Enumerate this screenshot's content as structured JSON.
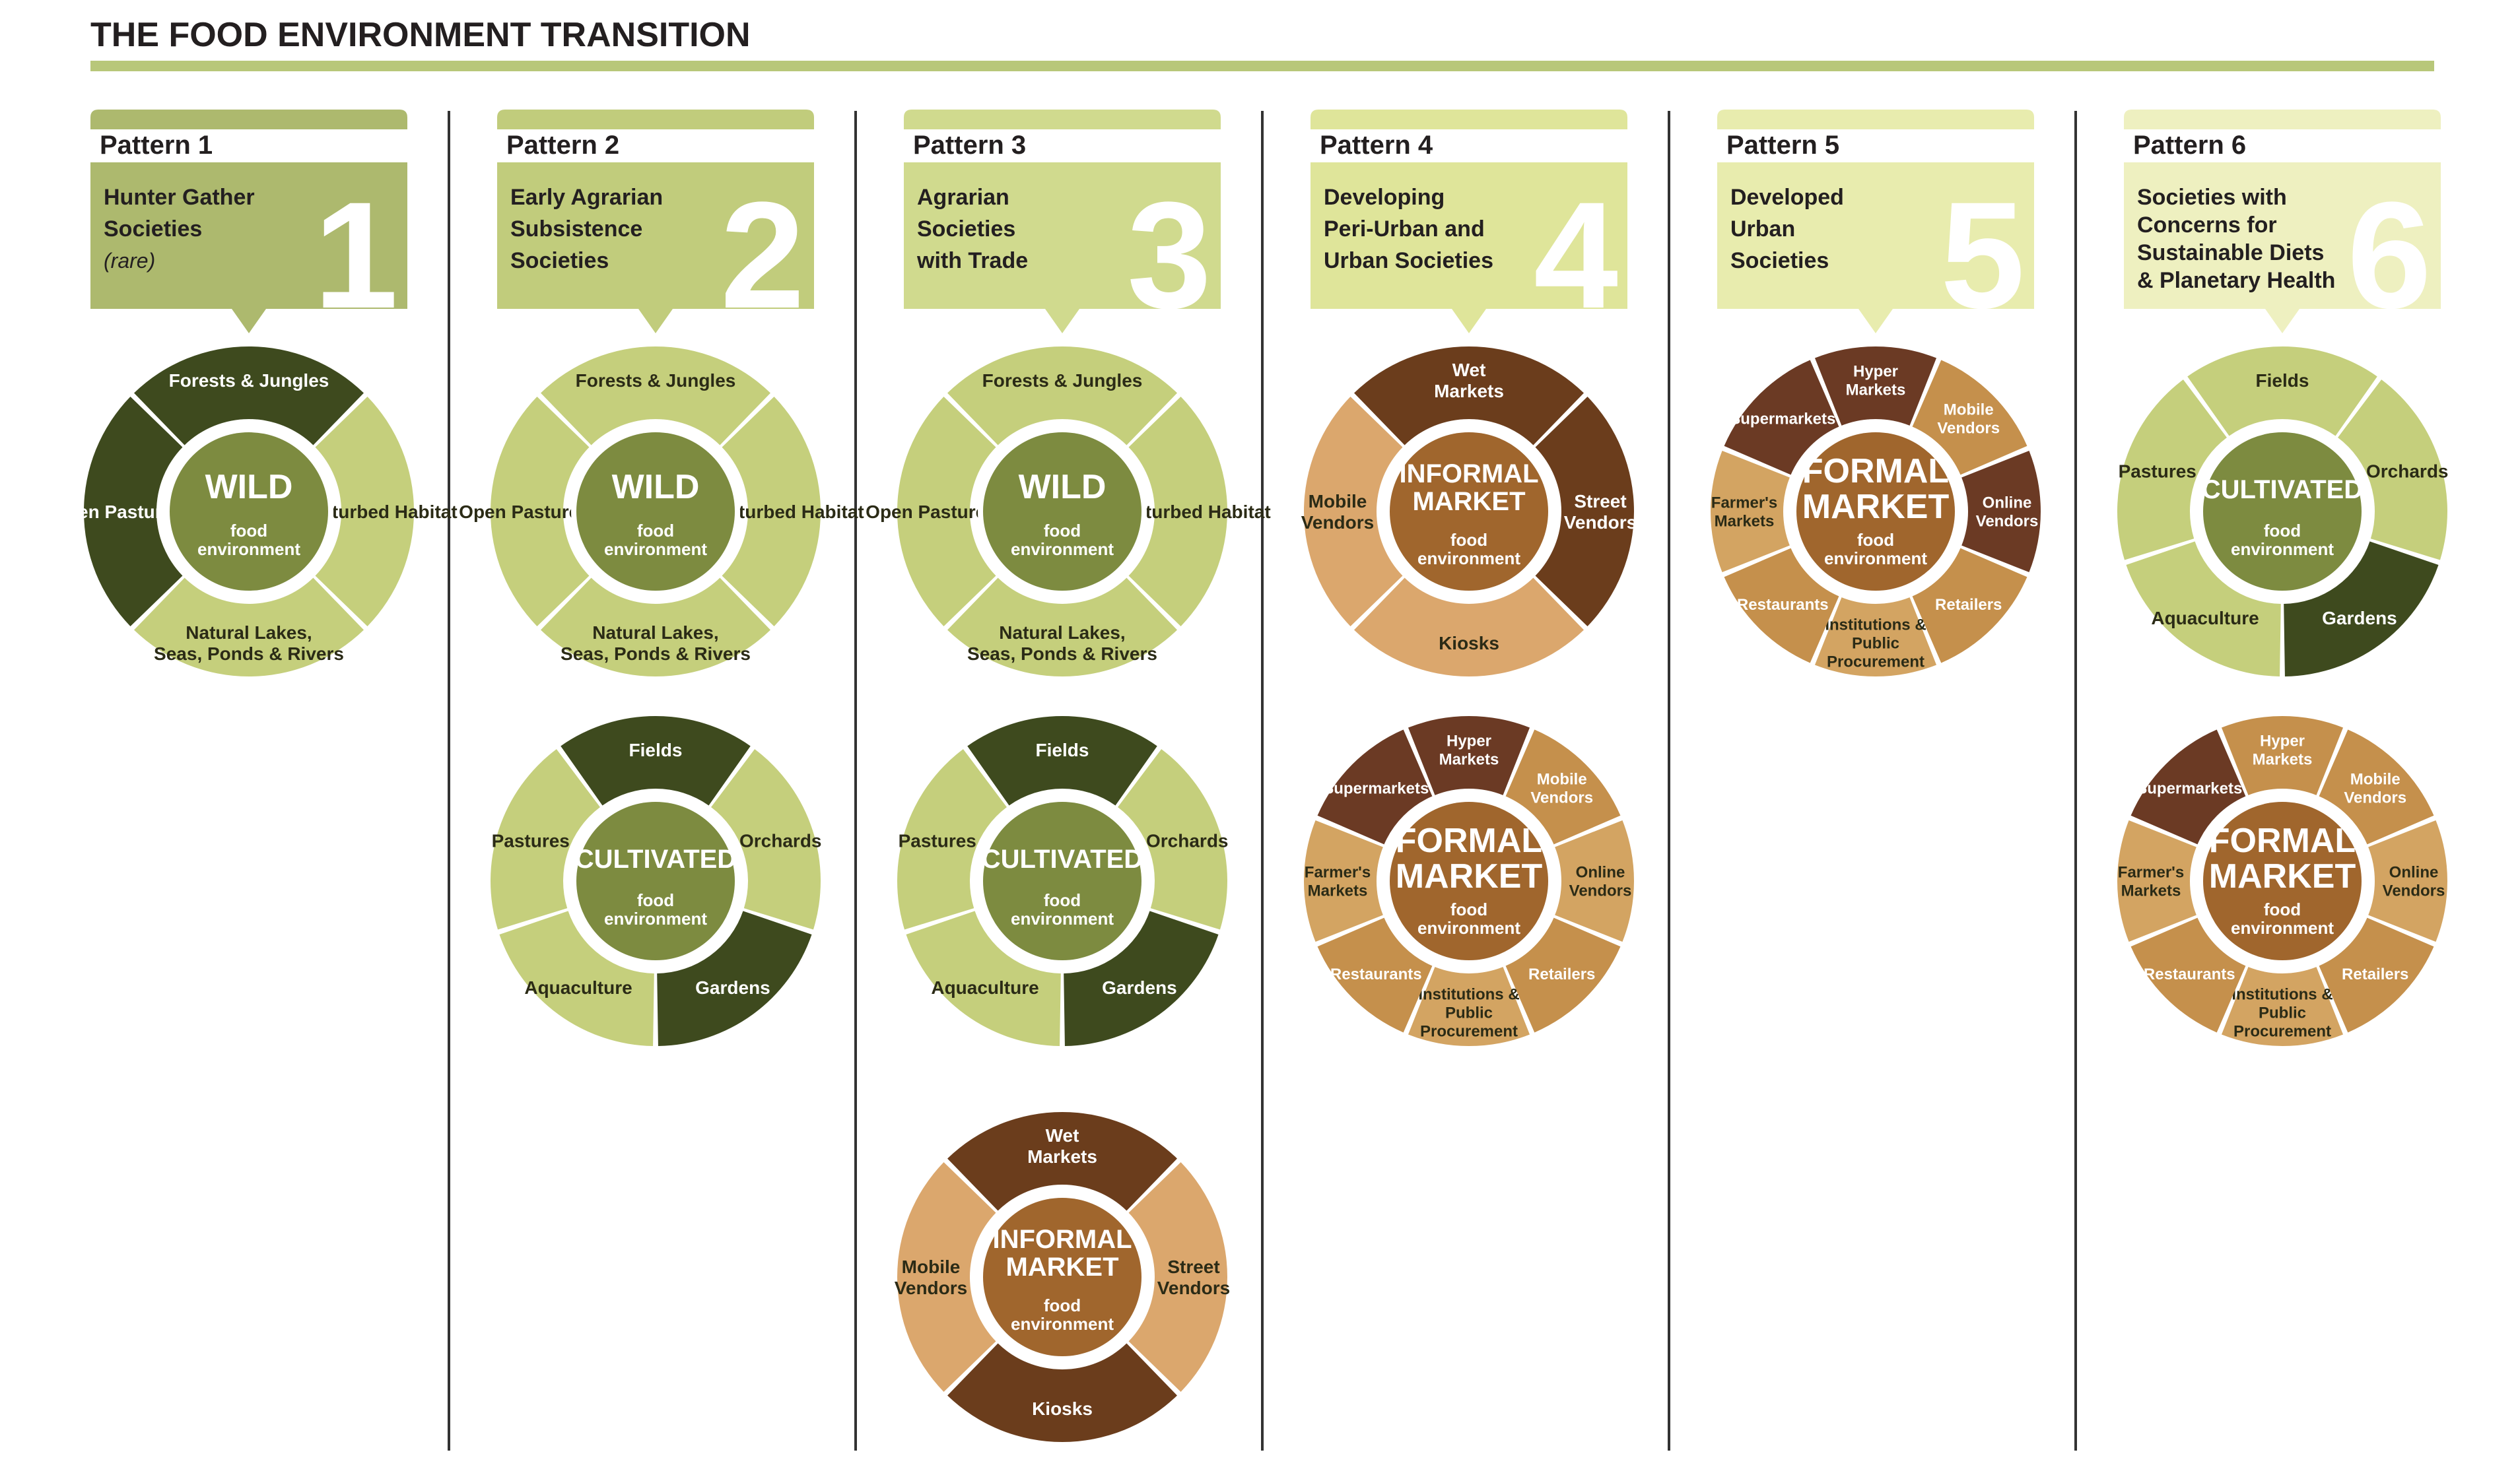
{
  "title": "THE FOOD ENVIRONMENT TRANSITION",
  "colors": {
    "rule": "#b8c77a",
    "divider": "#333333",
    "title": "#231f20",
    "wild_dark": "#3e4a1e",
    "wild_mid": "#a8b46a",
    "wild_light": "#c5cf7c",
    "inf_dark": "#6b3d1c",
    "inf_light": "#dba76d",
    "formal_dark": "#6b3a24",
    "formal_mid": "#c5904c",
    "formal_light": "#d3a462",
    "hub_green": "#7d8b40",
    "hub_brown": "#a0662d"
  },
  "hub_sub": [
    "food",
    "environment"
  ],
  "patterns": [
    {
      "label": "Pattern 1",
      "numeral": "1",
      "desc": [
        "Hunter Gather",
        "Societies"
      ],
      "note": "(rare)",
      "header_color": "#adb96e"
    },
    {
      "label": "Pattern 2",
      "numeral": "2",
      "desc": [
        "Early Agrarian",
        "Subsistence",
        "Societies"
      ],
      "note": "",
      "header_color": "#c1cc7c"
    },
    {
      "label": "Pattern 3",
      "numeral": "3",
      "desc": [
        "Agrarian",
        "Societies",
        "with Trade"
      ],
      "note": "",
      "header_color": "#d0da8e"
    },
    {
      "label": "Pattern 4",
      "numeral": "4",
      "desc": [
        "Developing",
        "Peri-Urban and",
        "Urban Societies"
      ],
      "note": "",
      "header_color": "#dfe59a"
    },
    {
      "label": "Pattern 5",
      "numeral": "5",
      "desc": [
        "Developed",
        "Urban",
        "Societies"
      ],
      "note": "",
      "header_color": "#e8ecae"
    },
    {
      "label": "Pattern 6",
      "numeral": "6",
      "desc": [
        "Societies with",
        "Concerns for",
        "Sustainable Diets",
        "& Planetary Health"
      ],
      "note": "",
      "header_color": "#eef0c0"
    }
  ],
  "environments": {
    "wild": {
      "hub": [
        "WILD"
      ],
      "segments": [
        {
          "label": [
            "Forests & Jungles"
          ],
          "tone": "dark"
        },
        {
          "label": [
            "Disturbed Habitat"
          ],
          "tone": "light"
        },
        {
          "label": [
            "Natural Lakes,",
            "Seas, Ponds & Rivers"
          ],
          "tone": "light"
        },
        {
          "label": [
            "Open Pastures"
          ],
          "tone": "dark"
        }
      ]
    },
    "wild2": {
      "hub": [
        "WILD"
      ],
      "segments": [
        {
          "label": [
            "Forests & Jungles"
          ],
          "tone": "light"
        },
        {
          "label": [
            "Disturbed Habitat"
          ],
          "tone": "light"
        },
        {
          "label": [
            "Natural Lakes,",
            "Seas, Ponds & Rivers"
          ],
          "tone": "light"
        },
        {
          "label": [
            "Open Pastures"
          ],
          "tone": "light"
        }
      ]
    },
    "cultivated": {
      "hub": [
        "CULTIVATED"
      ],
      "segments": [
        {
          "label": [
            "Fields"
          ],
          "tone": "dark"
        },
        {
          "label": [
            "Orchards"
          ],
          "tone": "light"
        },
        {
          "label": [
            "Gardens"
          ],
          "tone": "dark"
        },
        {
          "label": [
            "Aquaculture"
          ],
          "tone": "light"
        },
        {
          "label": [
            "Pastures"
          ],
          "tone": "light"
        }
      ]
    },
    "cultivated6": {
      "hub": [
        "CULTIVATED"
      ],
      "segments": [
        {
          "label": [
            "Fields"
          ],
          "tone": "light"
        },
        {
          "label": [
            "Orchards"
          ],
          "tone": "light"
        },
        {
          "label": [
            "Gardens"
          ],
          "tone": "dark"
        },
        {
          "label": [
            "Aquaculture"
          ],
          "tone": "light"
        },
        {
          "label": [
            "Pastures"
          ],
          "tone": "light"
        }
      ]
    },
    "informal": {
      "hub": [
        "INFORMAL",
        "MARKET"
      ],
      "segments": [
        {
          "label": [
            "Wet",
            "Markets"
          ],
          "tone": "dark"
        },
        {
          "label": [
            "Street",
            "Vendors"
          ],
          "tone": "light"
        },
        {
          "label": [
            "Kiosks"
          ],
          "tone": "dark"
        },
        {
          "label": [
            "Mobile",
            "Vendors"
          ],
          "tone": "light"
        }
      ]
    },
    "informal4": {
      "hub": [
        "INFORMAL",
        "MARKET"
      ],
      "segments": [
        {
          "label": [
            "Wet",
            "Markets"
          ],
          "tone": "dark"
        },
        {
          "label": [
            "Street",
            "Vendors"
          ],
          "tone": "dark"
        },
        {
          "label": [
            "Kiosks"
          ],
          "tone": "light"
        },
        {
          "label": [
            "Mobile",
            "Vendors"
          ],
          "tone": "light"
        }
      ]
    },
    "formal": {
      "hub": [
        "FORMAL",
        "MARKET"
      ],
      "segments": [
        {
          "label": [
            "Hyper",
            "Markets"
          ],
          "tone": "dark"
        },
        {
          "label": [
            "Mobile",
            "Vendors"
          ],
          "tone": "mid"
        },
        {
          "label": [
            "Online",
            "Vendors"
          ],
          "tone": "light"
        },
        {
          "label": [
            "Retailers"
          ],
          "tone": "mid"
        },
        {
          "label": [
            "Institutions &",
            "Public",
            "Procurement"
          ],
          "tone": "light"
        },
        {
          "label": [
            "Restaurants"
          ],
          "tone": "mid"
        },
        {
          "label": [
            "Farmer's",
            "Markets"
          ],
          "tone": "light"
        },
        {
          "label": [
            "Supermarkets"
          ],
          "tone": "dark"
        }
      ]
    },
    "formal5": {
      "hub": [
        "FORMAL",
        "MARKET"
      ],
      "segments": [
        {
          "label": [
            "Hyper",
            "Markets"
          ],
          "tone": "dark"
        },
        {
          "label": [
            "Mobile",
            "Vendors"
          ],
          "tone": "mid"
        },
        {
          "label": [
            "Online",
            "Vendors"
          ],
          "tone": "dark"
        },
        {
          "label": [
            "Retailers"
          ],
          "tone": "mid"
        },
        {
          "label": [
            "Institutions &",
            "Public",
            "Procurement"
          ],
          "tone": "light"
        },
        {
          "label": [
            "Restaurants"
          ],
          "tone": "mid"
        },
        {
          "label": [
            "Farmer's",
            "Markets"
          ],
          "tone": "light"
        },
        {
          "label": [
            "Supermarkets"
          ],
          "tone": "dark"
        }
      ]
    },
    "formal6": {
      "hub": [
        "FORMAL",
        "MARKET"
      ],
      "segments": [
        {
          "label": [
            "Hyper",
            "Markets"
          ],
          "tone": "mid"
        },
        {
          "label": [
            "Mobile",
            "Vendors"
          ],
          "tone": "mid"
        },
        {
          "label": [
            "Online",
            "Vendors"
          ],
          "tone": "light"
        },
        {
          "label": [
            "Retailers"
          ],
          "tone": "mid"
        },
        {
          "label": [
            "Institutions &",
            "Public",
            "Procurement"
          ],
          "tone": "light"
        },
        {
          "label": [
            "Restaurants"
          ],
          "tone": "mid"
        },
        {
          "label": [
            "Farmer's",
            "Markets"
          ],
          "tone": "light"
        },
        {
          "label": [
            "Supermarkets"
          ],
          "tone": "dark"
        }
      ]
    }
  },
  "wheels": [
    {
      "column": 1,
      "env": "wild"
    },
    {
      "column": 2,
      "env": "wild2"
    },
    {
      "column": 2,
      "env": "cultivated"
    },
    {
      "column": 3,
      "env": "wild2"
    },
    {
      "column": 3,
      "env": "cultivated"
    },
    {
      "column": 3,
      "env": "informal"
    },
    {
      "column": 4,
      "env": "informal4"
    },
    {
      "column": 4,
      "env": "formal"
    },
    {
      "column": 5,
      "env": "formal5"
    },
    {
      "column": 6,
      "env": "cultivated6"
    },
    {
      "column": 6,
      "env": "formal6"
    }
  ]
}
